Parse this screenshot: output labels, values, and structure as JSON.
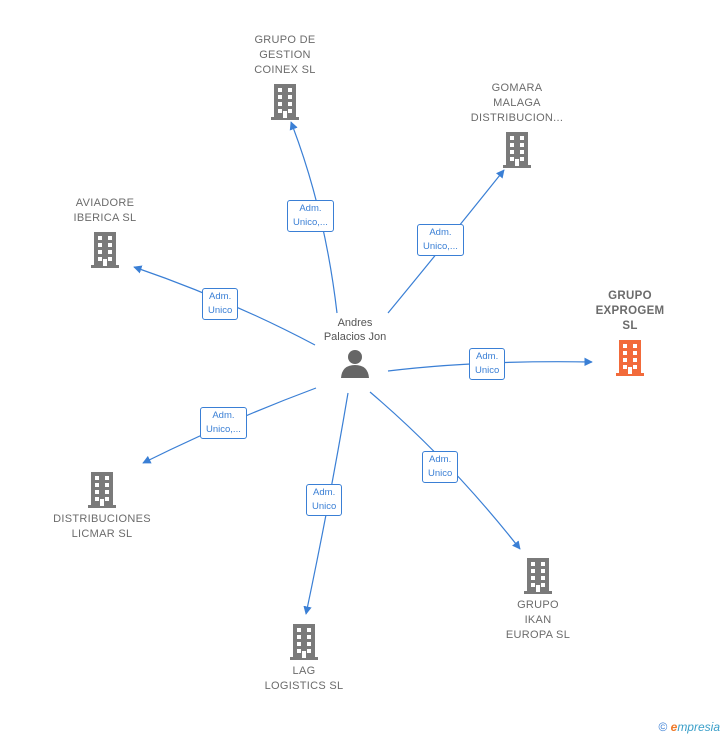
{
  "center": {
    "name": "Andres\nPalacios Jon",
    "icon": "person-icon"
  },
  "companies": [
    {
      "id": "grupo-gestion-coinex",
      "name": "GRUPO DE\nGESTION\nCOINEX  SL",
      "relation": "Adm.\nUnico,...",
      "highlight": false
    },
    {
      "id": "gomara-malaga",
      "name": "GOMARA\nMALAGA\nDISTRIBUCION...",
      "relation": "Adm.\nUnico,...",
      "highlight": false
    },
    {
      "id": "aviadore-iberica",
      "name": "AVIADORE\nIBERICA  SL",
      "relation": "Adm.\nUnico",
      "highlight": false
    },
    {
      "id": "grupo-exprogem",
      "name": "GRUPO\nEXPROGEM\nSL",
      "relation": "Adm.\nUnico",
      "highlight": true
    },
    {
      "id": "distribuciones-licmar",
      "name": "DISTRIBUCIONES\nLICMAR  SL",
      "relation": "Adm.\nUnico,...",
      "highlight": false
    },
    {
      "id": "grupo-ikan",
      "name": "GRUPO\nIKAN\nEUROPA  SL",
      "relation": "Adm.\nUnico",
      "highlight": false
    },
    {
      "id": "lag-logistics",
      "name": "LAG\nLOGISTICS SL",
      "relation": "Adm.\nUnico",
      "highlight": false
    }
  ],
  "colors": {
    "edge": "#3a7fd5",
    "building": "#7a7a7a",
    "highlight": "#f26a3a",
    "person": "#666666"
  },
  "copyright": {
    "symbol": "©",
    "brand_initial": "e",
    "brand_rest": "mpresia"
  }
}
